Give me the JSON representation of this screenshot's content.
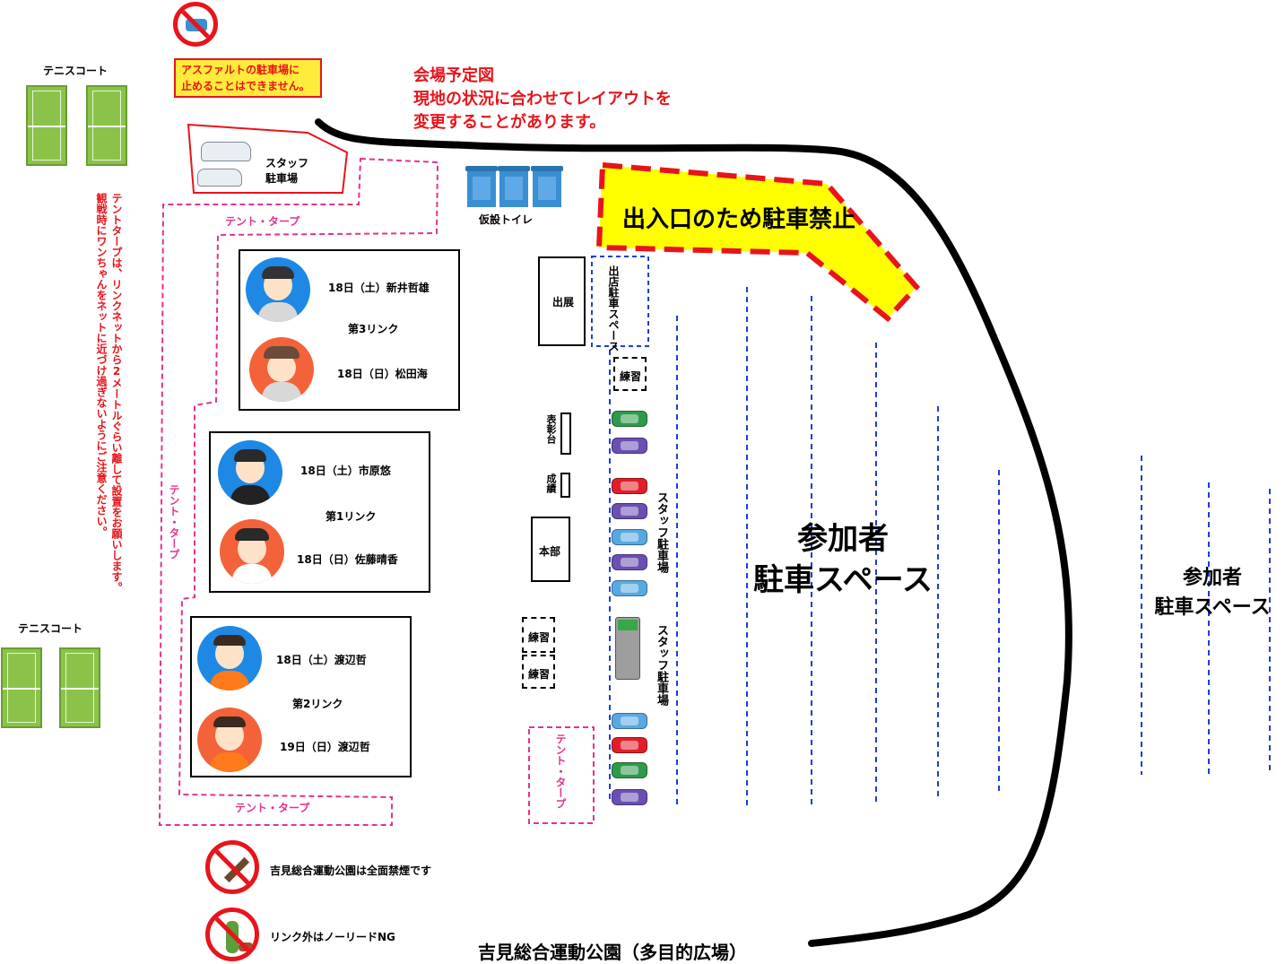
{
  "warning_text": [
    "アスファルトの駐車場に",
    "止めることはできません。"
  ],
  "venue_notice": [
    "会場予定図",
    "現地の状況に合わせてレイアウトを",
    "変更することがあります。"
  ],
  "tennis_court_label": "テニスコート",
  "staff_parking_top": "スタッフ\n駐車場",
  "tent_tarp_label": "テント・タープ",
  "temp_toilet_label": "仮設トイレ",
  "no_parking_entrance": "出入口のため駐車禁止",
  "vendor_label": "出展",
  "vendor_parking": "出店駐車スペース",
  "practice_label": "練習",
  "awards_label": "表彰台",
  "results_label": "成績",
  "hq_label": "本部",
  "staff_parking_vertical": "スタッフ駐車場",
  "participant_parking_main": "参加者\n駐車スペース",
  "participant_parking_side": "参加者\n駐車スペース",
  "tent_notice": "テントタープは、リンクネットから2メートルぐらい離して設置をお願いします。\n観戦時にワンちゃんをネットに近づけ過ぎないようにご注意ください。",
  "rinks": [
    {
      "name": "第3リンク",
      "judges": [
        "18日（土）新井哲雄",
        "18日（日）松田海"
      ]
    },
    {
      "name": "第1リンク",
      "judges": [
        "18日（土）市原悠",
        "18日（日）佐藤晴香"
      ]
    },
    {
      "name": "第2リンク",
      "judges": [
        "18日（土）渡辺哲",
        "19日（日）渡辺哲"
      ]
    }
  ],
  "no_smoking_text": "吉見総合運動公園は全面禁煙です",
  "no_leash_text": "リンク外はノーリードNG",
  "park_name": "吉見総合運動公園（多目的広場）",
  "icons": {
    "no_car": "no-car-icon",
    "no_smoking": "no-smoking-icon",
    "no_leash": "no-offleash-dog-icon",
    "toilet": "portable-toilet-icon",
    "car": "car-icon",
    "judge": "judge-avatar-icon"
  },
  "colors": {
    "warning_red": "#e8141b",
    "no_parking_fill": "#ffff00",
    "tent_pink": "#e2338f",
    "parking_blue": "#1a3fd6",
    "avatar_blue": "#1e88e5",
    "avatar_orange": "#f4623a"
  }
}
